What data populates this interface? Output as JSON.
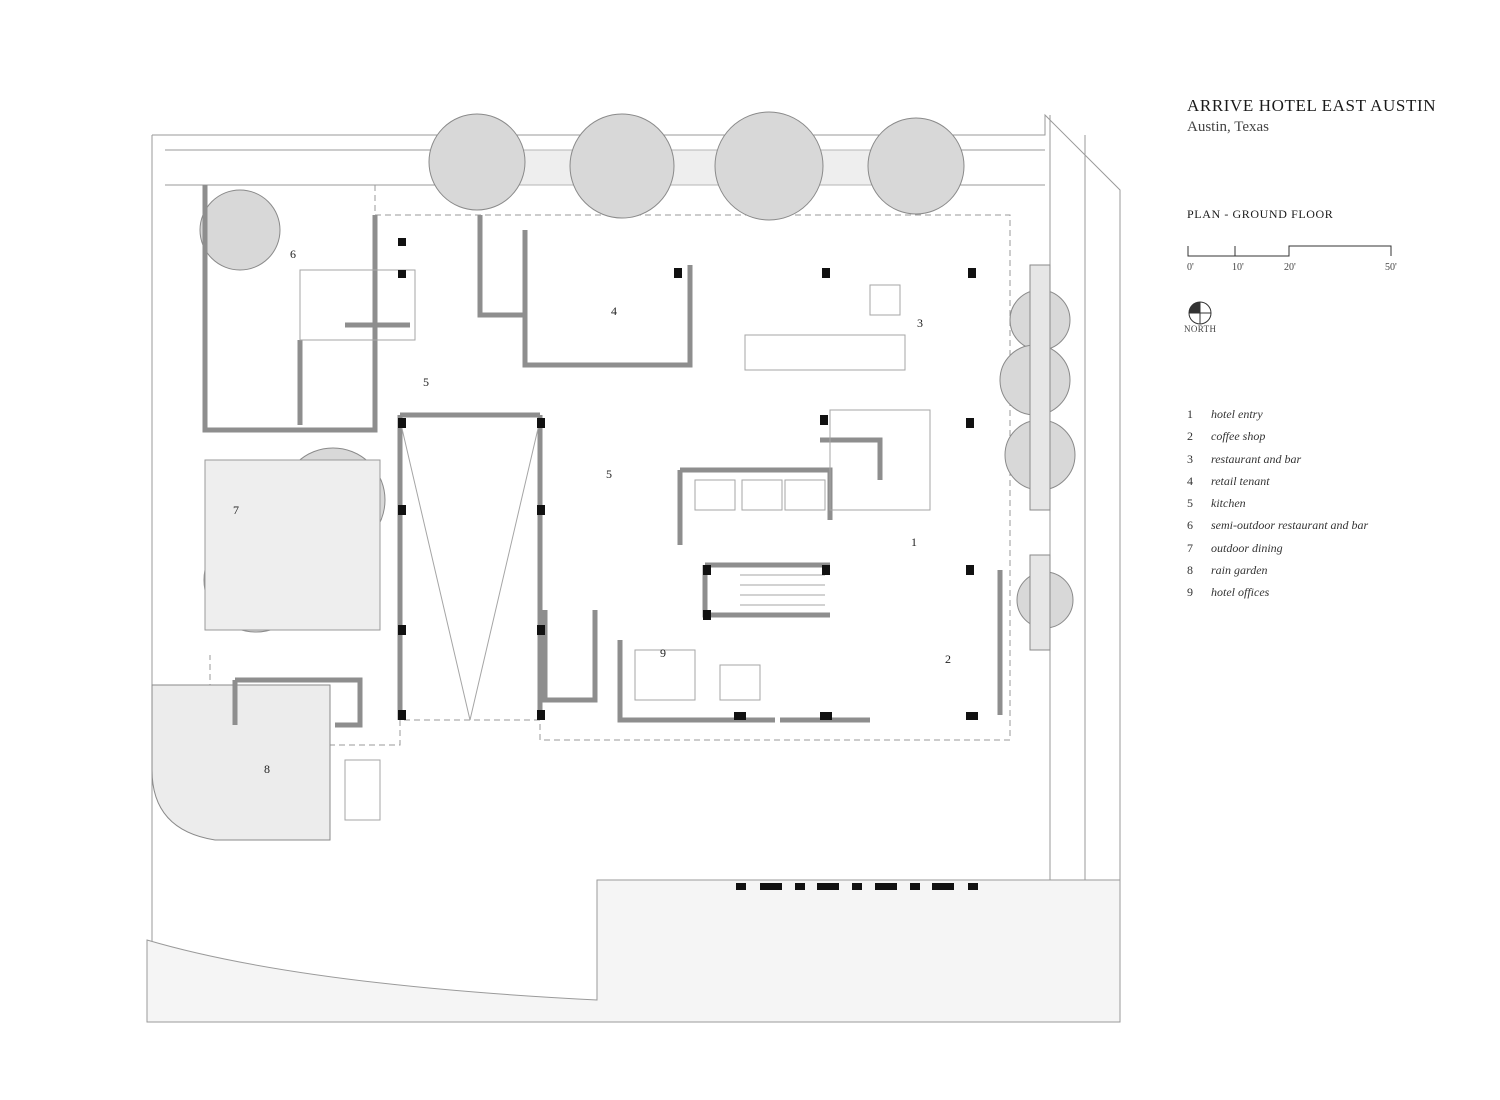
{
  "title": "ARRIVE HOTEL EAST AUSTIN",
  "subtitle": "Austin, Texas",
  "plan_label": "PLAN - GROUND FLOOR",
  "scale_ticks": [
    "0'",
    "10'",
    "20'",
    "50'"
  ],
  "north_label": "NORTH",
  "legend": [
    {
      "num": "1",
      "text": "hotel entry"
    },
    {
      "num": "2",
      "text": "coffee shop"
    },
    {
      "num": "3",
      "text": "restaurant and bar"
    },
    {
      "num": "4",
      "text": "retail tenant"
    },
    {
      "num": "5",
      "text": "kitchen"
    },
    {
      "num": "6",
      "text": "semi-outdoor restaurant and bar"
    },
    {
      "num": "7",
      "text": "outdoor dining"
    },
    {
      "num": "8",
      "text": "rain garden"
    },
    {
      "num": "9",
      "text": "hotel offices"
    }
  ],
  "room_labels": {
    "r1": "1",
    "r2": "2",
    "r3": "3",
    "r4": "4",
    "r5a": "5",
    "r5b": "5",
    "r6": "6",
    "r7": "7",
    "r8": "8",
    "r9": "9"
  },
  "colors": {
    "line": "#9a9a9a",
    "wall": "#8e8e8e",
    "column": "#111111",
    "tree": "#d6d6d6",
    "paving": "#f4f4f4"
  }
}
